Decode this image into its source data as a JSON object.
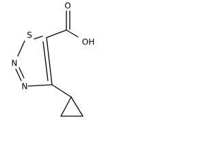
{
  "molecule": {
    "atoms": {
      "sulfur": "S",
      "nitrogen_top": "N",
      "nitrogen_bottom": "N",
      "hydroxyl": "OH",
      "carbonyl_oxygen": "O"
    }
  }
}
